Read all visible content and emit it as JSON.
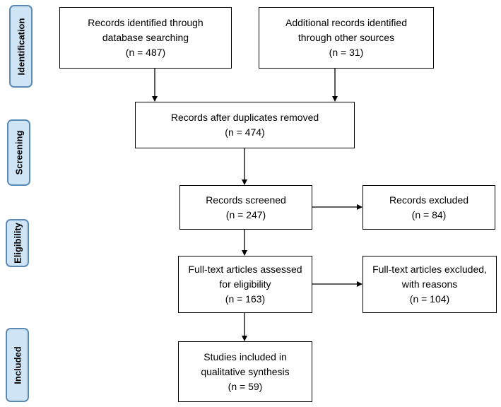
{
  "phases": {
    "identification": "Identification",
    "screening": "Screening",
    "eligibility": "Eligibility",
    "included": "Included"
  },
  "boxes": {
    "db_search": {
      "line1": "Records identified through",
      "line2": "database searching",
      "count": "(n = 487)"
    },
    "other_sources": {
      "line1": "Additional records identified",
      "line2": "through other sources",
      "count": "(n = 31)"
    },
    "duplicates_removed": {
      "line1": "Records after duplicates removed",
      "count": "(n = 474)"
    },
    "screened": {
      "line1": "Records screened",
      "count": "(n = 247)"
    },
    "excluded": {
      "line1": "Records excluded",
      "count": "(n = 84)"
    },
    "fulltext_assessed": {
      "line1": "Full-text articles assessed",
      "line2": "for eligibility",
      "count": "(n = 163)"
    },
    "fulltext_excluded": {
      "line1": "Full-text articles excluded,",
      "line2": "with reasons",
      "count": "(n = 104)"
    },
    "included_studies": {
      "line1": "Studies included in",
      "line2": "qualitative synthesis",
      "count": "(n = 59)"
    }
  },
  "colors": {
    "phase_fill": "#cfe5f6",
    "phase_border": "#5b8bb5",
    "box_border": "#000000"
  }
}
